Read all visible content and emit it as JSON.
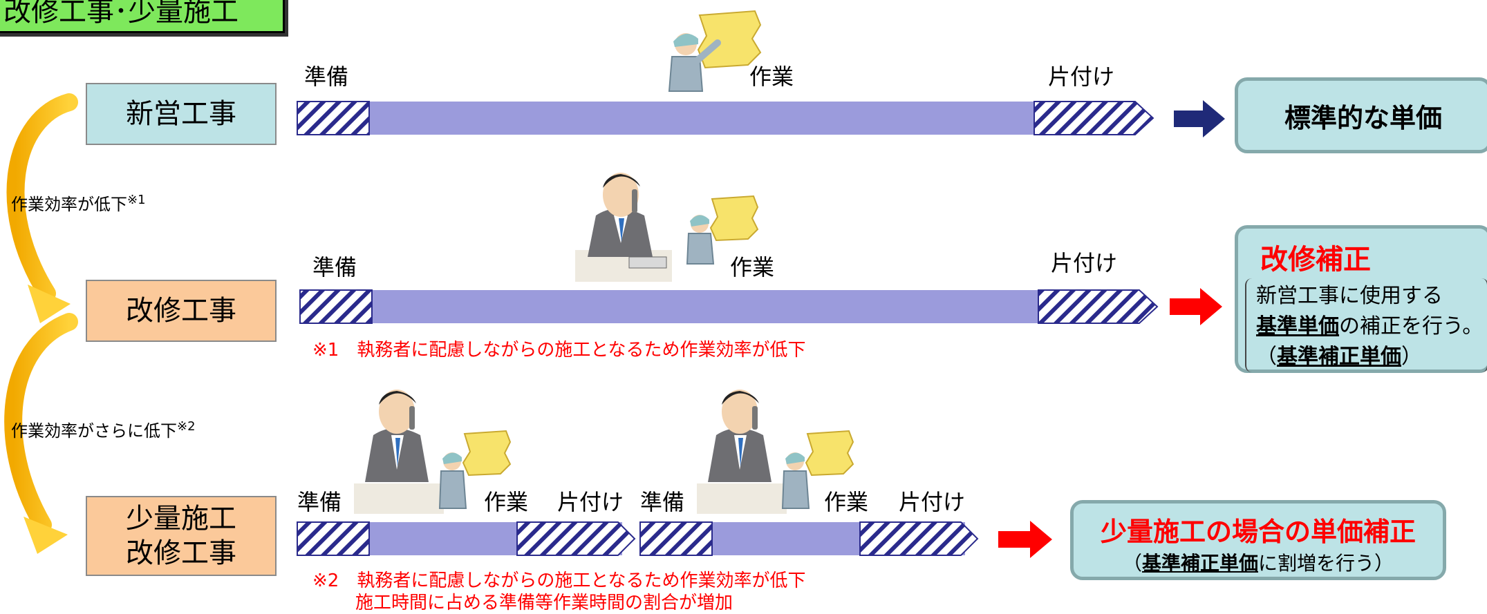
{
  "title": "改修工事･少量施工",
  "rows": {
    "new": {
      "label": "新営工事"
    },
    "renovation": {
      "label": "改修工事"
    },
    "small": {
      "label_line1": "少量施工",
      "label_line2": "改修工事"
    }
  },
  "phases": {
    "prep": "準備",
    "work": "作業",
    "cleanup": "片付け"
  },
  "efficiency": {
    "note1": "作業効率が低下",
    "note1_mark": "※1",
    "note2": "作業効率がさらに低下",
    "note2_mark": "※2"
  },
  "footnotes": {
    "fn1": "※1　執務者に配慮しながらの施工となるため作業効率が低下",
    "fn2_line1": "※2　執務者に配慮しながらの施工となるため作業効率が低下",
    "fn2_line2": "施工時間に占める準備等作業時間の割合が増加"
  },
  "results": {
    "standard": "標準的な単価",
    "renovation": {
      "title": "改修補正",
      "line1": "新営工事に使用する",
      "line2_underlined": "基準単価",
      "line2_rest": "の補正を行う。",
      "line3_open": "（",
      "line3_underlined": "基準補正単価",
      "line3_close": "）"
    },
    "small": {
      "title": "少量施工の場合の単価補正",
      "line_open": "（",
      "line_underlined": "基準補正単価",
      "line_rest": "に割増を行う）"
    }
  },
  "colors": {
    "title_bg": "#7ee85c",
    "bar": "#9b9bdc",
    "hatch": "#2a2a8c",
    "cyan_box": "#bde3e6",
    "peach_box": "#fbc99a",
    "arrow_navy": "#1f2a78",
    "arrow_red": "#ff0000",
    "curve_arrow": "#f6b800"
  }
}
